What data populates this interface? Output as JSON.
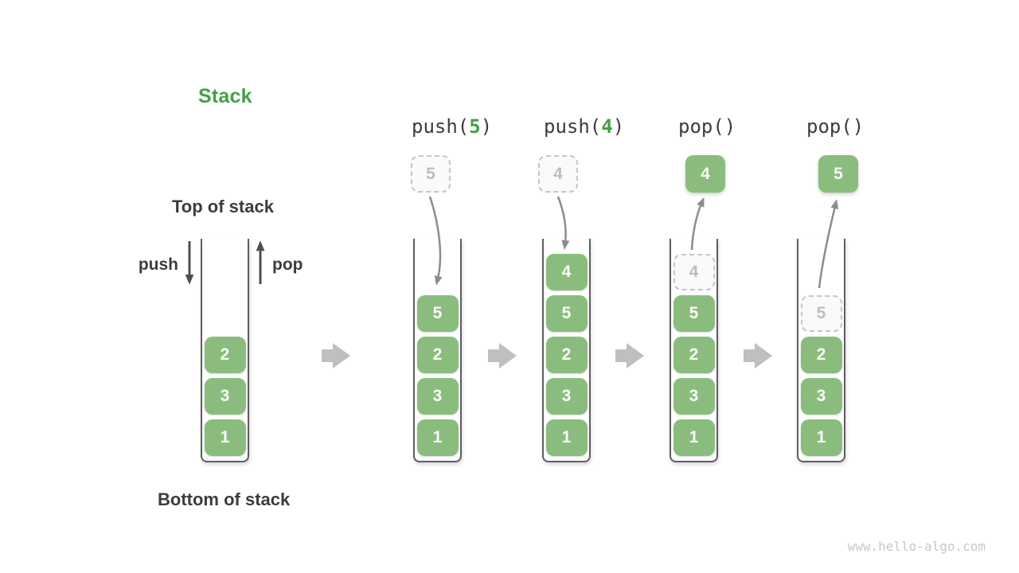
{
  "title": "Stack",
  "legend": {
    "top_of_stack": "Top of stack",
    "bottom_of_stack": "Bottom of stack",
    "push": "push",
    "pop": "pop"
  },
  "operations": [
    {
      "prefix": "push(",
      "arg": "5",
      "suffix": ")"
    },
    {
      "prefix": "push(",
      "arg": "4",
      "suffix": ")"
    },
    {
      "prefix": "pop()",
      "arg": "",
      "suffix": ""
    },
    {
      "prefix": "pop()",
      "arg": "",
      "suffix": ""
    }
  ],
  "floating_values": [
    {
      "value": "5",
      "style": "ghost"
    },
    {
      "value": "4",
      "style": "ghost"
    },
    {
      "value": "4",
      "style": "solid"
    },
    {
      "value": "5",
      "style": "solid"
    }
  ],
  "stacks": [
    {
      "items": [
        {
          "value": "2",
          "style": "solid"
        },
        {
          "value": "3",
          "style": "solid"
        },
        {
          "value": "1",
          "style": "solid"
        }
      ]
    },
    {
      "items": [
        {
          "value": "5",
          "style": "solid"
        },
        {
          "value": "2",
          "style": "solid"
        },
        {
          "value": "3",
          "style": "solid"
        },
        {
          "value": "1",
          "style": "solid"
        }
      ]
    },
    {
      "items": [
        {
          "value": "4",
          "style": "solid"
        },
        {
          "value": "5",
          "style": "solid"
        },
        {
          "value": "2",
          "style": "solid"
        },
        {
          "value": "3",
          "style": "solid"
        },
        {
          "value": "1",
          "style": "solid"
        }
      ]
    },
    {
      "items": [
        {
          "value": "4",
          "style": "ghost"
        },
        {
          "value": "5",
          "style": "solid"
        },
        {
          "value": "2",
          "style": "solid"
        },
        {
          "value": "3",
          "style": "solid"
        },
        {
          "value": "1",
          "style": "solid"
        }
      ]
    },
    {
      "items": [
        {
          "value": "5",
          "style": "ghost"
        },
        {
          "value": "2",
          "style": "solid"
        },
        {
          "value": "3",
          "style": "solid"
        },
        {
          "value": "1",
          "style": "solid"
        }
      ]
    }
  ],
  "watermark": "www.hello-algo.com",
  "colors": {
    "accent_green": "#43A047",
    "box_green": "#8ABD7D",
    "box_text": "#FBFBFB",
    "ghost_border": "#C6C6C6",
    "ghost_text": "#BDBDBD",
    "dark_text": "#3C3C3C",
    "container_border": "#5E5E5E",
    "step_arrow_gray": "#BFBFBF",
    "motion_arrow_gray": "#8C8C8C",
    "watermark_gray": "#C8C8C8"
  }
}
